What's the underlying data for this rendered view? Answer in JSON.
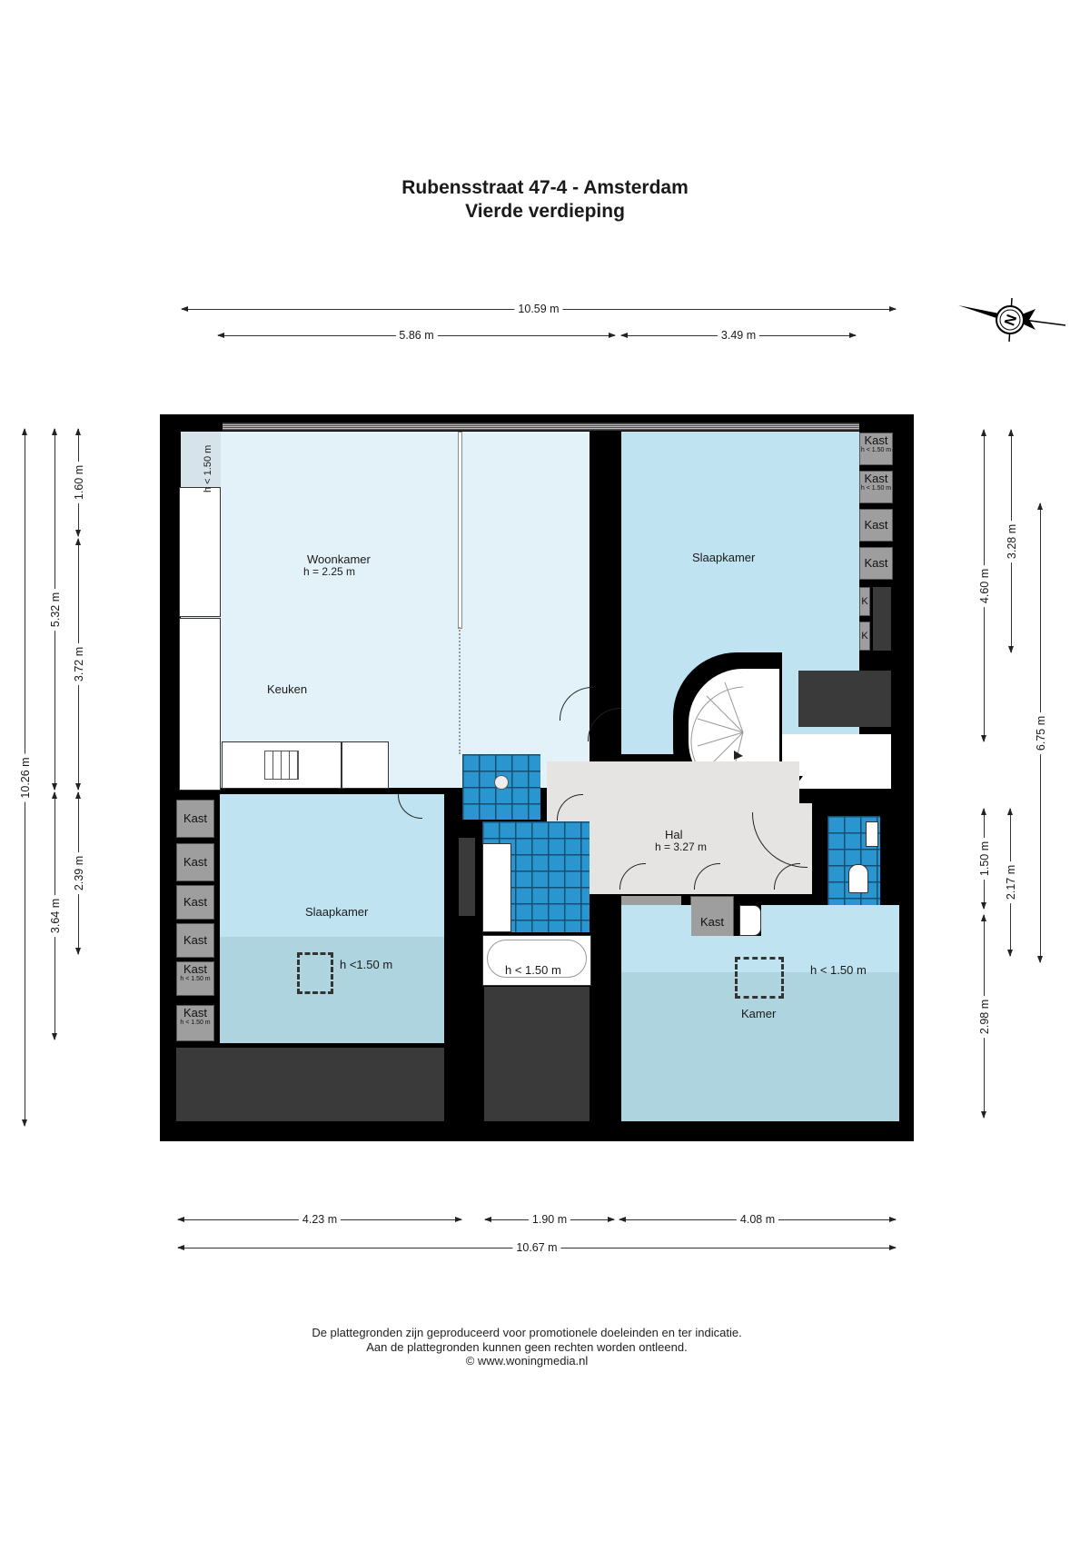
{
  "header": {
    "title": "Rubensstraat 47-4 - Amsterdam",
    "subtitle": "Vierde verdieping"
  },
  "compass": {
    "icon": "north-arrow-icon",
    "label": "N"
  },
  "dimensions": {
    "top": {
      "total": "10.59 m",
      "left": "5.86 m",
      "right": "3.49 m"
    },
    "bottom": {
      "left": "4.23 m",
      "middle": "1.90 m",
      "right": "4.08 m",
      "total": "10.67 m"
    },
    "left": {
      "total": "10.26 m",
      "upper": "5.32 m",
      "lower": "3.64 m",
      "a": "1.60 m",
      "b": "3.72 m",
      "c": "2.39 m"
    },
    "right": {
      "a": "4.60 m",
      "b": "3.28 m",
      "c": "6.75 m",
      "d": "1.50 m",
      "e": "2.17 m",
      "f": "2.98 m"
    }
  },
  "rooms": {
    "woonkamer": {
      "name": "Woonkamer",
      "height": "h = 2.25 m"
    },
    "keuken": {
      "name": "Keuken"
    },
    "slaapkamer_ne": {
      "name": "Slaapkamer"
    },
    "slaapkamer_sw": {
      "name": "Slaapkamer",
      "height_note": "h <1.50 m"
    },
    "hal": {
      "name": "Hal",
      "height": "h = 3.27 m"
    },
    "kamer": {
      "name": "Kamer",
      "height_note": "h < 1.50 m"
    },
    "bath_note": "h < 1.50 m",
    "woon_low_note": "h < 1.50 m"
  },
  "closets": {
    "label": "Kast",
    "small_note": "h < 1.50 m",
    "short": "K"
  },
  "footer": {
    "line1": "De plattegronden zijn geproduceerd voor promotionele doeleinden en ter indicatie.",
    "line2": "Aan de plattegronden kunnen geen rechten worden ontleend.",
    "line3": "© www.woningmedia.nl"
  },
  "colors": {
    "wall": "#000000",
    "living": "#e3f2f9",
    "bedroom": "#c0e3f1",
    "low_zone": "#aed4e0",
    "hall": "#e5e4e2",
    "tile": "#2a95cf",
    "storage": "#3a3a3a",
    "closet": "#9e9e9e"
  }
}
